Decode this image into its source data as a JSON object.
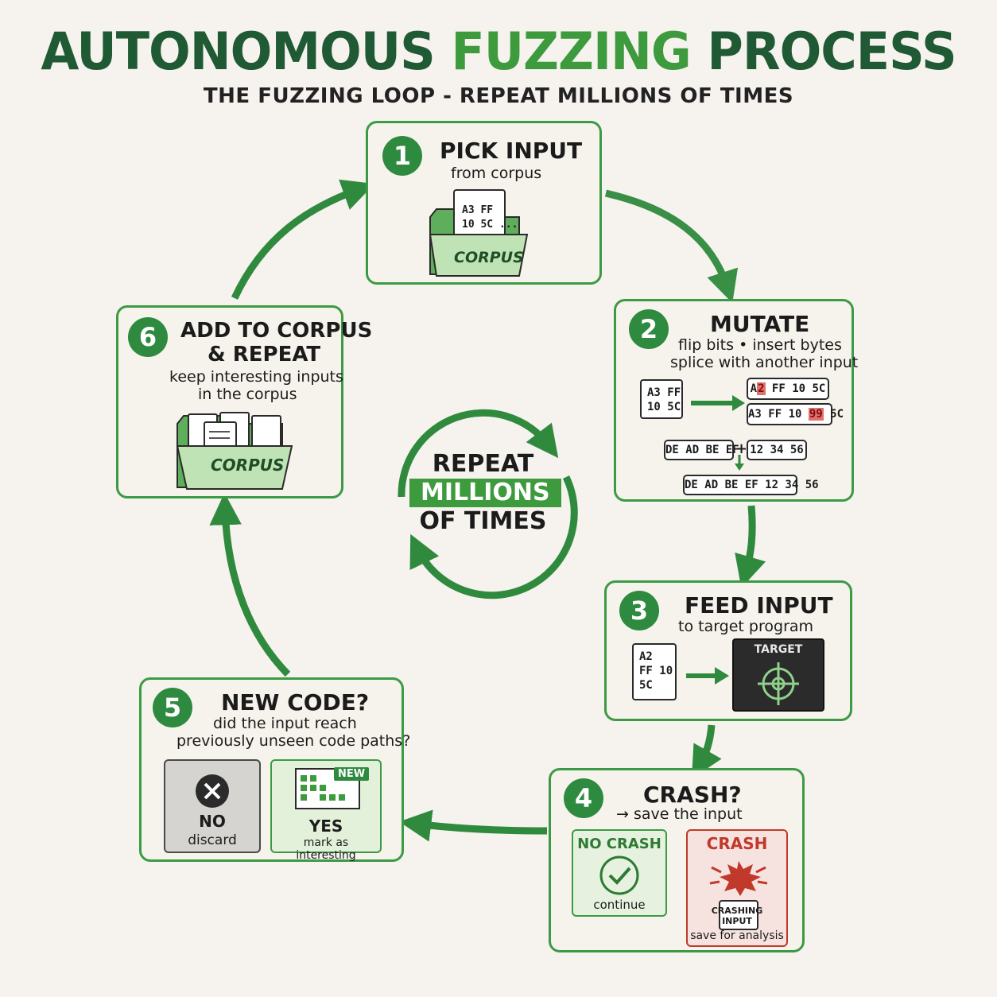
{
  "title": {
    "part1": "AUTONOMOUS",
    "part2": "FUZZING",
    "part3": "PROCESS"
  },
  "subtitle": "THE FUZZING LOOP - REPEAT MILLIONS OF TIMES",
  "center": {
    "line1": "REPEAT",
    "line2": "MILLIONS",
    "line3": "OF TIMES"
  },
  "steps": {
    "s1": {
      "num": "1",
      "title": "PICK INPUT",
      "sub": "from corpus",
      "doc_line1": "A3 FF",
      "doc_line2": "10 5C ...",
      "folder_label": "CORPUS"
    },
    "s2": {
      "num": "2",
      "title": "MUTATE",
      "sub1": "flip bits • insert bytes",
      "sub2": "splice with another input",
      "src_doc": "A3 FF\n10 5C",
      "m1_pre": "A",
      "m1_hl": "2",
      "m1_post": " FF 10 5C",
      "m2_pre": "A3 FF 10 ",
      "m2_hl": "99",
      "m2_post": " 5C",
      "splice_a": "DE AD BE EF",
      "plus": "+",
      "splice_b": "12 34 56",
      "splice_result": "DE AD BE EF 12 34 56"
    },
    "s3": {
      "num": "3",
      "title": "FEED INPUT",
      "sub": "to target program",
      "doc": "A2\nFF 10\n5C",
      "target_label": "TARGET"
    },
    "s4": {
      "num": "4",
      "title": "CRASH?",
      "sub": "→ save the input",
      "no_title": "NO CRASH",
      "no_sub": "continue",
      "yes_title": "CRASH",
      "yes_doc1": "CRASHING",
      "yes_doc2": "INPUT",
      "yes_sub": "save for analysis"
    },
    "s5": {
      "num": "5",
      "title": "NEW CODE?",
      "sub1": "did the input reach",
      "sub2": "previously unseen code paths?",
      "no_title": "NO",
      "no_sub": "discard",
      "yes_title": "YES",
      "yes_sub": "mark as interesting",
      "new_badge": "NEW"
    },
    "s6": {
      "num": "6",
      "title1": "ADD TO CORPUS",
      "title2": "& REPEAT",
      "sub1": "keep interesting inputs",
      "sub2": "in the corpus",
      "folder_label": "CORPUS"
    }
  },
  "colors": {
    "accent": "#3d9a3d",
    "dark_green": "#1f5a34",
    "card_border": "#3c9a45",
    "crash_red": "#c0392b",
    "target_bg": "#2b2b2b"
  }
}
